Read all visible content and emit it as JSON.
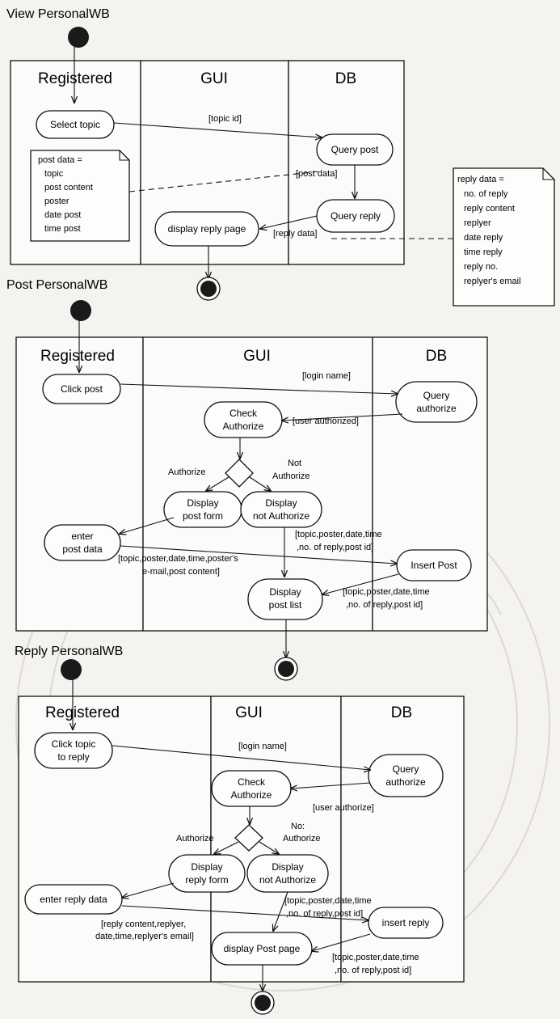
{
  "sections": {
    "view": {
      "title": "View PersonalWB",
      "lanes": [
        "Registered",
        "GUI",
        "DB"
      ],
      "nodes": {
        "select_topic": "Select topic",
        "query_post": "Query post",
        "query_reply": "Query reply",
        "display_reply_page": "display reply page"
      },
      "flow_labels": {
        "topic_id": "[topic id]",
        "post_data": "[post data]",
        "reply_data": "[reply data]"
      },
      "note_post": [
        "post data =",
        "topic",
        "post content",
        "poster",
        "date post",
        "time post"
      ],
      "note_reply": [
        "reply data =",
        "no. of reply",
        "reply content",
        "replyer",
        "date reply",
        "time reply",
        "reply no.",
        "replyer's email"
      ]
    },
    "post": {
      "title": "Post PersonalWB",
      "lanes": [
        "Registered",
        "GUI",
        "DB"
      ],
      "nodes": {
        "click_post": "Click post",
        "query_authorize": [
          "Query",
          "authorize"
        ],
        "check_authorize": [
          "Check",
          "Authorize"
        ],
        "display_post_form": [
          "Display",
          "post form"
        ],
        "display_not_authorize": [
          "Display",
          "not Authorize"
        ],
        "enter_post_data": [
          "enter",
          "post data"
        ],
        "insert_post": "Insert Post",
        "display_post_list": [
          "Display",
          "post list"
        ]
      },
      "flow_labels": {
        "login_name": "[login name]",
        "user_authorized": "[user authorized]",
        "authorize": "Authorize",
        "not_authorize": [
          "Not",
          "Authorize"
        ],
        "topic_fields_1": [
          "[topic,poster,date,time",
          ",no. of reply,post id]"
        ],
        "post_input": [
          "[topic,poster,date,time,poster's",
          "e-mail,post content]"
        ],
        "topic_fields_2": [
          "[topic,poster,date,time",
          ",no. of reply,post id]"
        ]
      }
    },
    "reply": {
      "title": "Reply PersonalWB",
      "lanes": [
        "Registered",
        "GUI",
        "DB"
      ],
      "nodes": {
        "click_topic_to_reply": [
          "Click topic",
          "to reply"
        ],
        "query_authorize": [
          "Query",
          "authorize"
        ],
        "check_authorize": [
          "Check",
          "Authorize"
        ],
        "display_reply_form": [
          "Display",
          "reply form"
        ],
        "display_not_authorize": [
          "Display",
          "not Authorize"
        ],
        "enter_reply_data": "enter reply data",
        "insert_reply": "insert reply",
        "display_post_page": "display Post page"
      },
      "flow_labels": {
        "login_name": "[login name]",
        "user_authorize": "[user authorize]",
        "authorize": "Authorize",
        "not_authorize": [
          "No:",
          "Authorize"
        ],
        "topic_fields_1": [
          "[topic,poster,date,time",
          ",no. of reply,post id]"
        ],
        "reply_input": [
          "[reply content,replyer,",
          "date,time,replyer's email]"
        ],
        "topic_fields_2": [
          "[topic,poster,date,time",
          ",no. of reply,post id]"
        ]
      }
    }
  }
}
